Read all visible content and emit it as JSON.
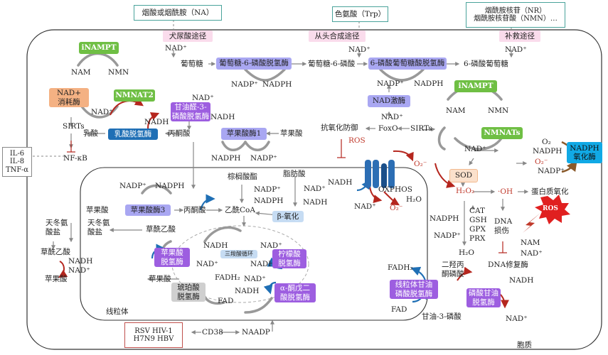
{
  "sources": {
    "na": "烟酸或烟酰胺（NA）",
    "trp": "色氨酸（Trp）",
    "nr_nmn": "烟酰胺核苷（NR）\n烟酰胺核苷酸（NMN）…"
  },
  "pathways": {
    "kyn": "犬尿酸途径",
    "denovo": "从头合成途径",
    "salvage": "补救途径"
  },
  "labels": {
    "nad_plus": "NAD⁺",
    "nadp_plus": "NADP⁺",
    "nadph": "NADPH",
    "nadh": "NADH",
    "nam": "NAM",
    "nmn": "NMN",
    "glucose": "葡萄糖",
    "g6p": "葡萄糖-6-磷酸",
    "pgl": "6-磷酸葡萄糖",
    "sirts": "SIRTs",
    "foxo": "FoxO",
    "antiox": "抗氧化防御",
    "ros": "ROS",
    "o2minus": "O₂⁻",
    "o2": "O₂",
    "lactate": "乳酸",
    "pyruvate": "丙酮酸",
    "malate": "苹果酸",
    "nfkb": "NF-κB",
    "palmitoyl": "棕榈酸酯",
    "fatty": "脂肪酸",
    "acetylcoa": "乙酰CoA",
    "oxaloacetate": "草酰乙酸",
    "aspartate": "天冬氨酸盐",
    "oxphos": "OXPHOS",
    "h2o": "H₂O",
    "h2o2": "H₂O₂",
    "oh": "·OH",
    "protein_ox": "蛋白质氧化",
    "dna_damage": "DNA\n损伤",
    "dna_repair": "DNA修复酶",
    "antiox_list": "CAT\nGSH\nGPX\nPRX",
    "dhap": "二羟丙\n酮磷酸",
    "glycerol3p": "甘油-3-磷酸",
    "fadh2": "FADH₂",
    "fad": "FAD",
    "cd38": "CD38",
    "naadp": "NAADP",
    "mito": "线粒体",
    "cytosol": "胞质",
    "tca": "三羧酸循环"
  },
  "enzymes": {
    "inampt": "iNAMPT",
    "nmnat2": "NMNAT2",
    "nmnats": "NMNATs",
    "nad_consume": "NAD+\n消耗酶",
    "g6pd": "葡萄糖-6-磷酸脱氢酶",
    "pgd": "6-磷酸葡萄糖酸脱氢酶",
    "nadk": "NAD激酶",
    "gapdh": "甘油醛-3-\n磷酸脱氢酶",
    "me1": "苹果酸酶1",
    "ldh": "乳酸脱氢酶",
    "me3": "苹果酸酶3",
    "beta_ox": "β-氧化",
    "mdh": "苹果酸\n脱氢酶",
    "idh": "柠檬酸\n脱氢酶",
    "akgdh": "α-酮戊二\n酸脱氢酶",
    "sdh": "琥珀酸\n脱氢酶",
    "g3pdh_mito": "线粒体甘油\n磷酸脱氢酶",
    "g3pdh": "磷酸甘油\n脱氢酶",
    "nox": "NADPH\n氧化酶",
    "sod": "SOD"
  },
  "cytokines": "IL-6\nIL-8\nTNF-α",
  "viruses": "RSV HIV-1\nH7N9  HBV",
  "colors": {
    "green": "#6fbf44",
    "lavender": "#a9a7f2",
    "purple": "#9d5ee0",
    "orange": "#f4b183",
    "blue": "#1f6fb5",
    "cyan": "#11a9e5",
    "red": "#c0392b",
    "gray": "#9a9a9a"
  }
}
